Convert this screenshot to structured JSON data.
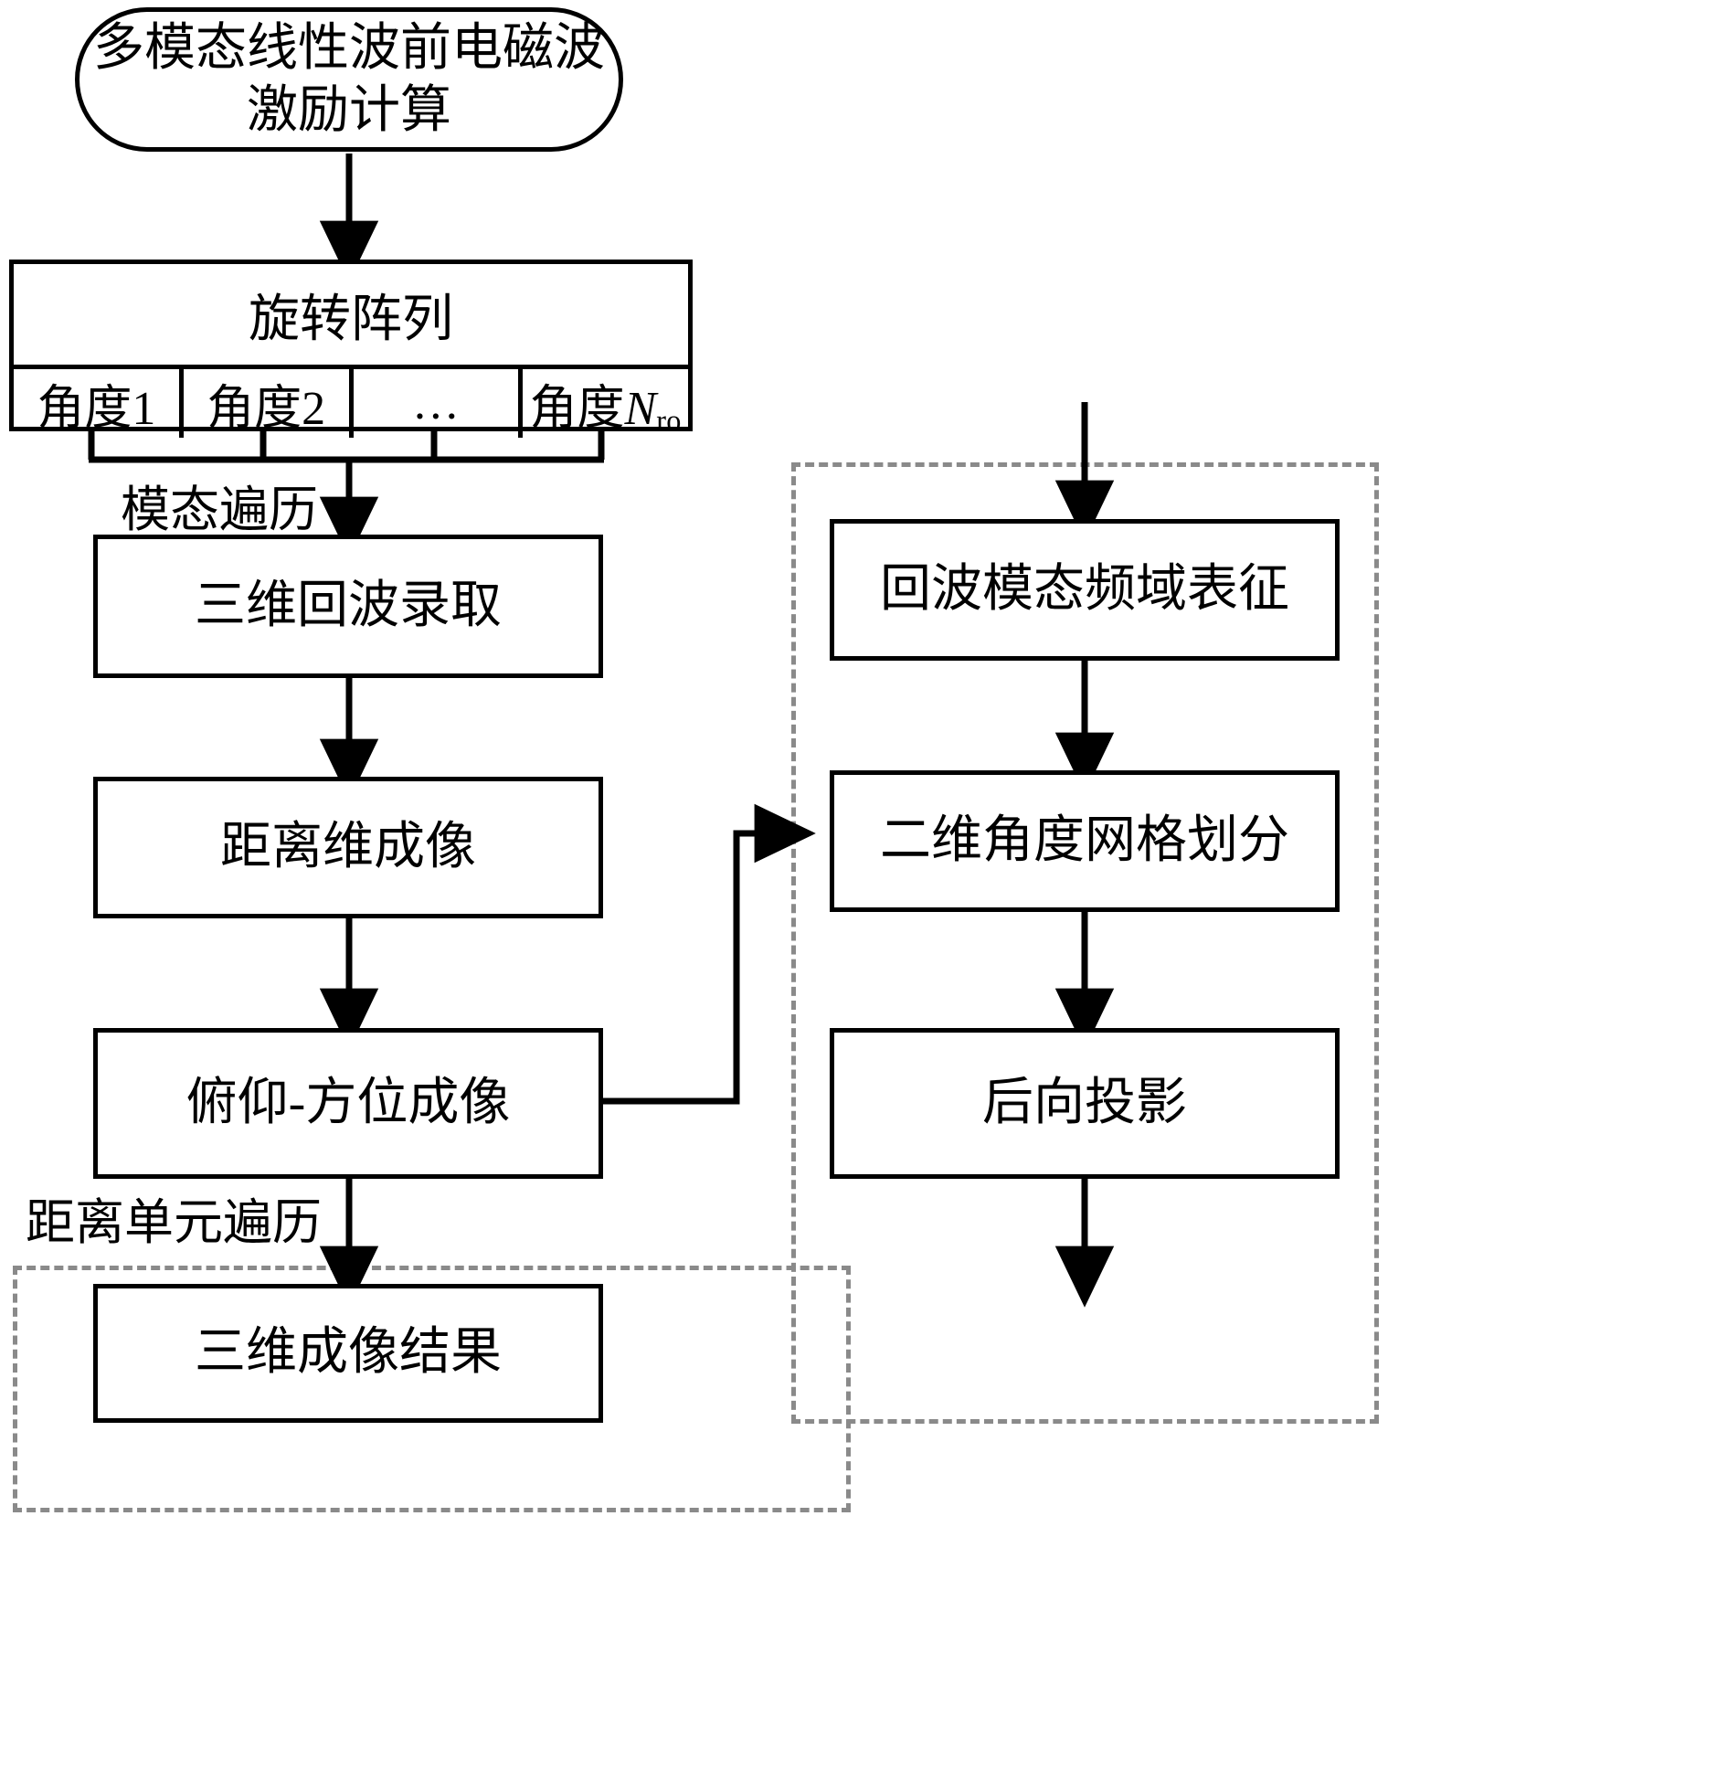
{
  "diagram": {
    "title_text": "",
    "colors": {
      "stroke": "#000000",
      "dashed_group": "#8a8a8a",
      "background": "#ffffff"
    },
    "nodes": {
      "start": "多模态线性波前电磁波激励计算",
      "start_line1": "多模态线性波前电磁波",
      "start_line2": "激励计算",
      "rotation_array_title": "旋转阵列",
      "angle_cell_1": "角度1",
      "angle_cell_2": "角度2",
      "angle_cell_3": "…",
      "angle_cell_4_prefix": "角度",
      "angle_cell_4_var": "N",
      "angle_cell_4_sub": "ro",
      "echo_3d": "三维回波录取",
      "range_imaging": "距离维成像",
      "elev_azimuth_imaging": "俯仰-方位成像",
      "result_3d": "三维成像结果",
      "echo_mode_freq": "回波模态频域表征",
      "angle_grid_2d": "二维角度网格划分",
      "back_projection": "后向投影"
    },
    "edge_labels": {
      "mode_traversal": "模态遍历",
      "range_cell_traversal": "距离单元遍历"
    }
  }
}
